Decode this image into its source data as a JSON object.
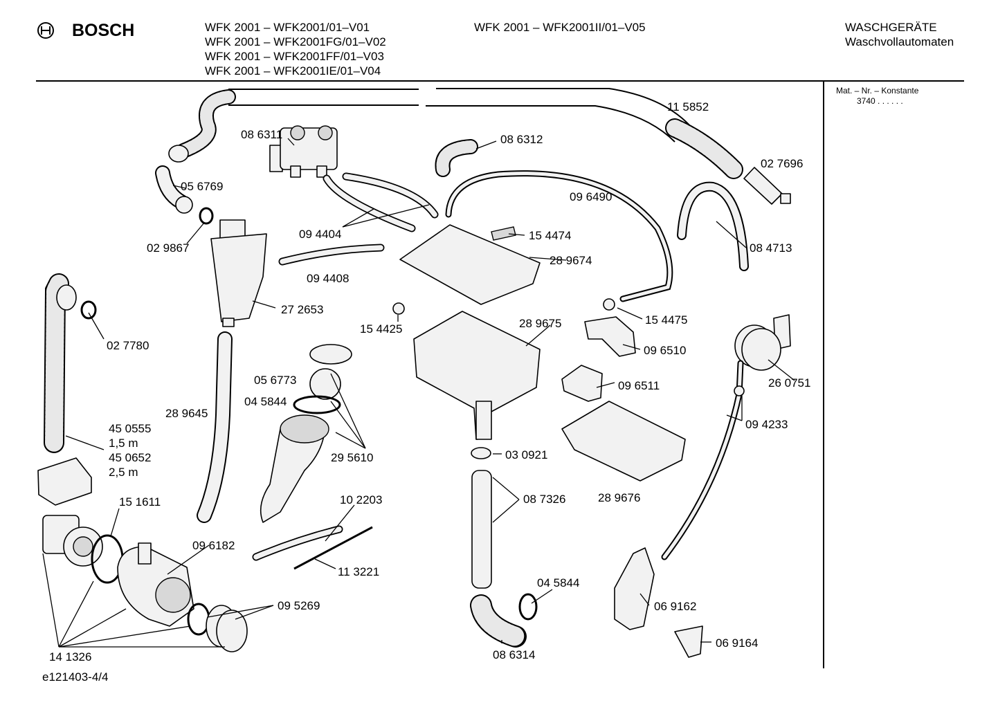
{
  "header": {
    "brand": "BOSCH",
    "models_col1": [
      "WFK 2001 – WFK2001/01–V01",
      "WFK 2001 – WFK2001FG/01–V02",
      "WFK 2001 – WFK2001FF/01–V03",
      "WFK 2001 – WFK2001IE/01–V04"
    ],
    "models_col2": [
      "WFK 2001 – WFK2001II/01–V05"
    ],
    "category_line1": "WASCHGERÄTE",
    "category_line2": "Waschvollautomaten"
  },
  "sidebar": {
    "mat_label": "Mat. – Nr. – Konstante",
    "mat_value": "3740  .  .  .  .  .  ."
  },
  "parts": {
    "p115852": "11 5852",
    "p086311": "08 6311",
    "p086312": "08 6312",
    "p027696": "02 7696",
    "p056769": "05 6769",
    "p096490": "09 6490",
    "p029867": "02 9867",
    "p094404": "09 4404",
    "p154474": "15 4474",
    "p084713": "08 4713",
    "p289674": "28 9674",
    "p094408": "09 4408",
    "p272653": "27 2653",
    "p027780": "02 7780",
    "p154425": "15 4425",
    "p289675": "28 9675",
    "p154475": "15 4475",
    "p096510": "09 6510",
    "p260751": "26 0751",
    "p056773": "05 6773",
    "p045844a": "04 5844",
    "p096511": "09 6511",
    "p289645": "28 9645",
    "p094233": "09 4233",
    "p450555": "45 0555",
    "len1": "1,5 m",
    "p450652": "45 0652",
    "len2": "2,5 m",
    "p295610": "29 5610",
    "p030921": "03 0921",
    "p289676": "28 9676",
    "p102203": "10 2203",
    "p087326": "08 7326",
    "p151611": "15 1611",
    "p096182": "09 6182",
    "p113221": "11 3221",
    "p045844b": "04 5844",
    "p095269": "09 5269",
    "p069162": "06 9162",
    "p141326": "14 1326",
    "p086314": "08 6314",
    "p069164": "06 9164"
  },
  "footer": {
    "doc_id": "e121403-4/4"
  }
}
